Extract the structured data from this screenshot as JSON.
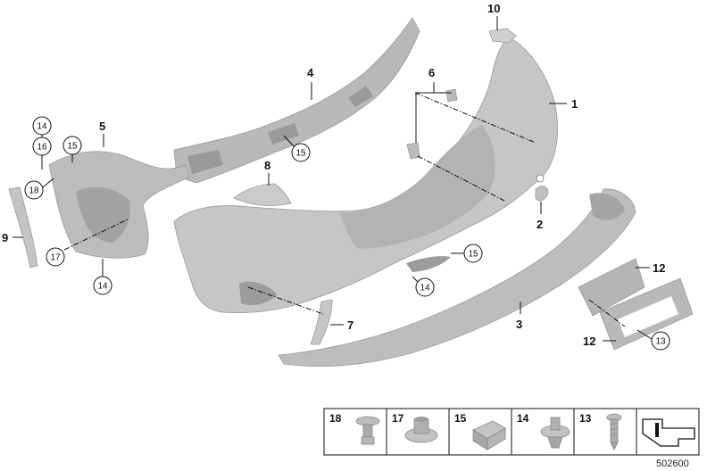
{
  "callouts": {
    "c1": "1",
    "c2": "2",
    "c3": "3",
    "c4": "4",
    "c5": "5",
    "c6": "6",
    "c7": "7",
    "c8": "8",
    "c9": "9",
    "c10": "10",
    "c12a": "12",
    "c12b": "12"
  },
  "circled": {
    "k13": "13",
    "k14a": "14",
    "k14b": "14",
    "k14c": "14",
    "k15a": "15",
    "k15b": "15",
    "k15c": "15",
    "k16": "16",
    "k17": "17",
    "k18": "18"
  },
  "legend": {
    "items": [
      "18",
      "17",
      "15",
      "14",
      "13"
    ]
  },
  "doc_number": "502600",
  "colors": {
    "part_fill": "#c8c8c8",
    "part_dark": "#a9a9a9",
    "line": "#111111"
  }
}
